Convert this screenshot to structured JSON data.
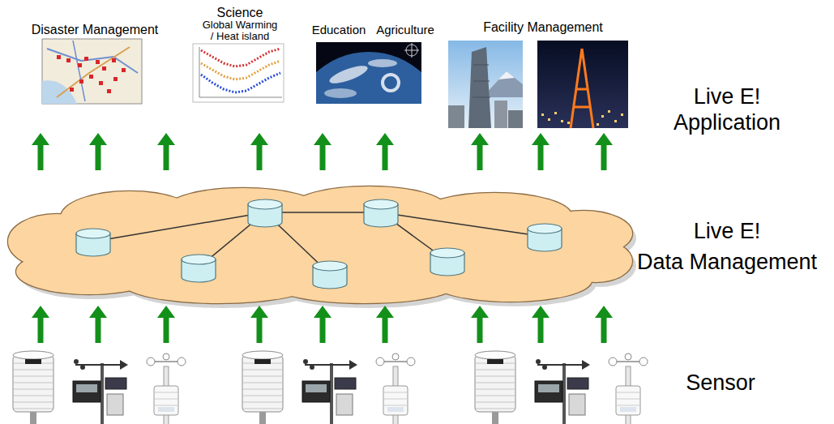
{
  "diagram": {
    "nodes": [
      {
        "text": [
          "Disaster Management"
        ]
      },
      {
        "text": [
          "Science",
          "Global Warming / Heat island"
        ]
      },
      {
        "text": [
          "Education",
          "Agriculture"
        ]
      },
      {
        "text": [
          "Facility Management"
        ]
      }
    ],
    "labels": [
      "Live E! Application",
      "Live E! Data Management",
      "Sensor"
    ]
  }
}
